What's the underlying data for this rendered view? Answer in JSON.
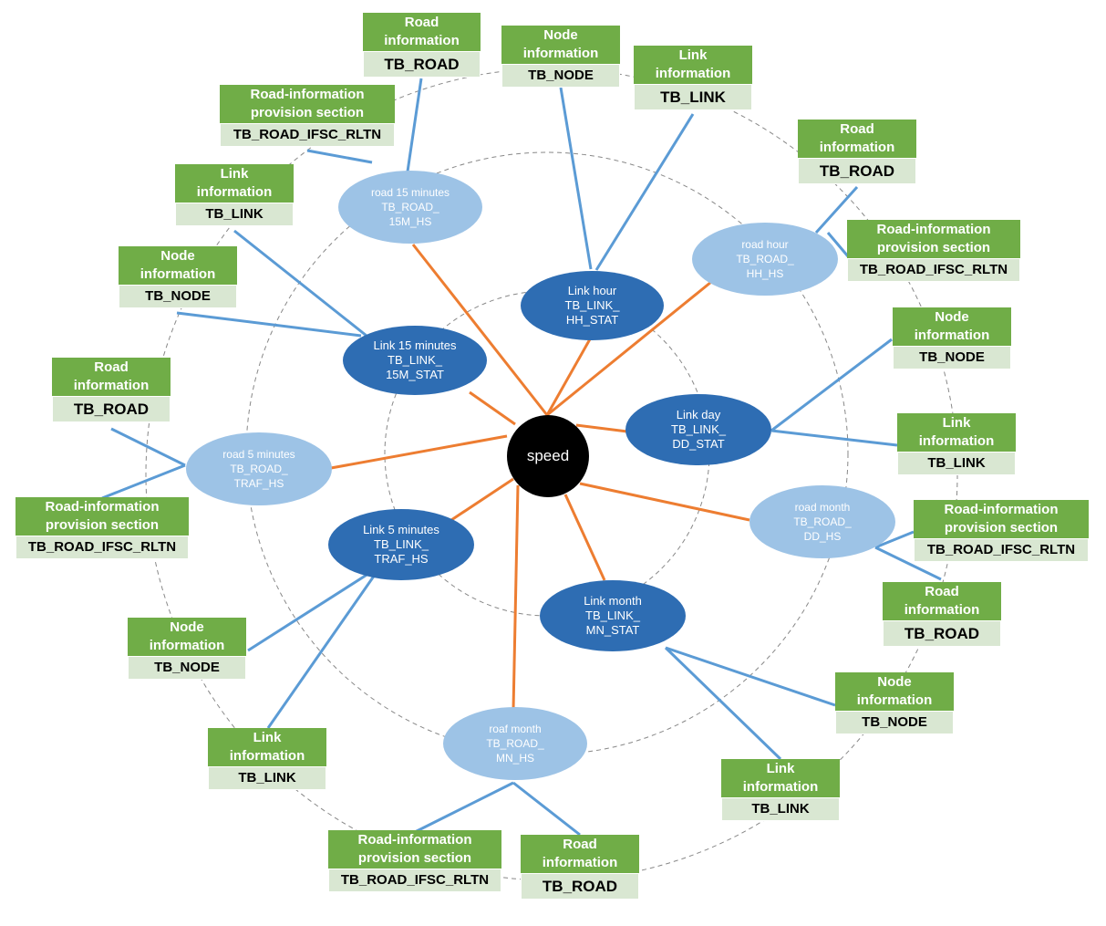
{
  "center": {
    "label": "speed"
  },
  "ellipses": [
    {
      "id": "link-15min",
      "lines": [
        "Link 15 minutes",
        "TB_LINK_",
        "15M_STAT"
      ]
    },
    {
      "id": "link-hour",
      "lines": [
        "Link hour",
        "TB_LINK_",
        "HH_STAT"
      ]
    },
    {
      "id": "link-day",
      "lines": [
        "Link  day",
        "TB_LINK_",
        "DD_STAT"
      ]
    },
    {
      "id": "link-5min",
      "lines": [
        "Link 5 minutes",
        "TB_LINK_",
        "TRAF_HS"
      ]
    },
    {
      "id": "link-month",
      "lines": [
        "Link  month",
        "TB_LINK_",
        "MN_STAT"
      ]
    },
    {
      "id": "road-15min",
      "lines": [
        "road 15 minutes",
        "TB_ROAD_",
        "15M_HS"
      ]
    },
    {
      "id": "road-hour",
      "lines": [
        "road hour",
        "TB_ROAD_",
        "HH_HS"
      ]
    },
    {
      "id": "road-5min",
      "lines": [
        "road 5 minutes",
        "TB_ROAD_",
        "TRAF_HS"
      ]
    },
    {
      "id": "road-month",
      "lines": [
        "road  month",
        "TB_ROAD_",
        "DD_HS"
      ]
    },
    {
      "id": "roaf-month",
      "lines": [
        "roaf month",
        "TB_ROAD_",
        "MN_HS"
      ]
    }
  ],
  "boxes": [
    {
      "id": "b1",
      "top": [
        "Road",
        "information"
      ],
      "bottom": "TB_ROAD"
    },
    {
      "id": "b2",
      "top": [
        "Node",
        "information"
      ],
      "bottom": "TB_NODE"
    },
    {
      "id": "b3",
      "top": [
        "Link",
        "information"
      ],
      "bottom": "TB_LINK"
    },
    {
      "id": "b4",
      "top": [
        "Road-information",
        "provision section"
      ],
      "bottom": "TB_ROAD_IFSC_RLTN"
    },
    {
      "id": "b5",
      "top": [
        "Road",
        "information"
      ],
      "bottom": "TB_ROAD"
    },
    {
      "id": "b6",
      "top": [
        "Link",
        "information"
      ],
      "bottom": "TB_LINK"
    },
    {
      "id": "b7",
      "top": [
        "Road-information",
        "provision section"
      ],
      "bottom": "TB_ROAD_IFSC_RLTN"
    },
    {
      "id": "b8",
      "top": [
        "Node",
        "information"
      ],
      "bottom": "TB_NODE"
    },
    {
      "id": "b9",
      "top": [
        "Node",
        "information"
      ],
      "bottom": "TB_NODE"
    },
    {
      "id": "b10",
      "top": [
        "Road",
        "information"
      ],
      "bottom": "TB_ROAD"
    },
    {
      "id": "b11",
      "top": [
        "Link",
        "information"
      ],
      "bottom": "TB_LINK"
    },
    {
      "id": "b12",
      "top": [
        "Road-information",
        "provision section"
      ],
      "bottom": "TB_ROAD_IFSC_RLTN"
    },
    {
      "id": "b13",
      "top": [
        "Road-information",
        "provision section"
      ],
      "bottom": "TB_ROAD_IFSC_RLTN"
    },
    {
      "id": "b14",
      "top": [
        "Road",
        "information"
      ],
      "bottom": "TB_ROAD"
    },
    {
      "id": "b15",
      "top": [
        "Node",
        "information"
      ],
      "bottom": "TB_NODE"
    },
    {
      "id": "b16",
      "top": [
        "Node",
        "information"
      ],
      "bottom": "TB_NODE"
    },
    {
      "id": "b17",
      "top": [
        "Link",
        "information"
      ],
      "bottom": "TB_LINK"
    },
    {
      "id": "b18",
      "top": [
        "Link",
        "information"
      ],
      "bottom": "TB_LINK"
    },
    {
      "id": "b19",
      "top": [
        "Road-information",
        "provision section"
      ],
      "bottom": "TB_ROAD_IFSC_RLTN"
    },
    {
      "id": "b20",
      "top": [
        "Road",
        "information"
      ],
      "bottom": "TB_ROAD"
    }
  ],
  "colors": {
    "dark_ellipse": "#2e6db3",
    "light_ellipse": "#9dc3e6",
    "box_header": "#70ad47",
    "box_footer": "#d9e7d2",
    "orange_connector": "#ed7d31",
    "blue_connector": "#5b9bd5",
    "ring": "#888888"
  }
}
